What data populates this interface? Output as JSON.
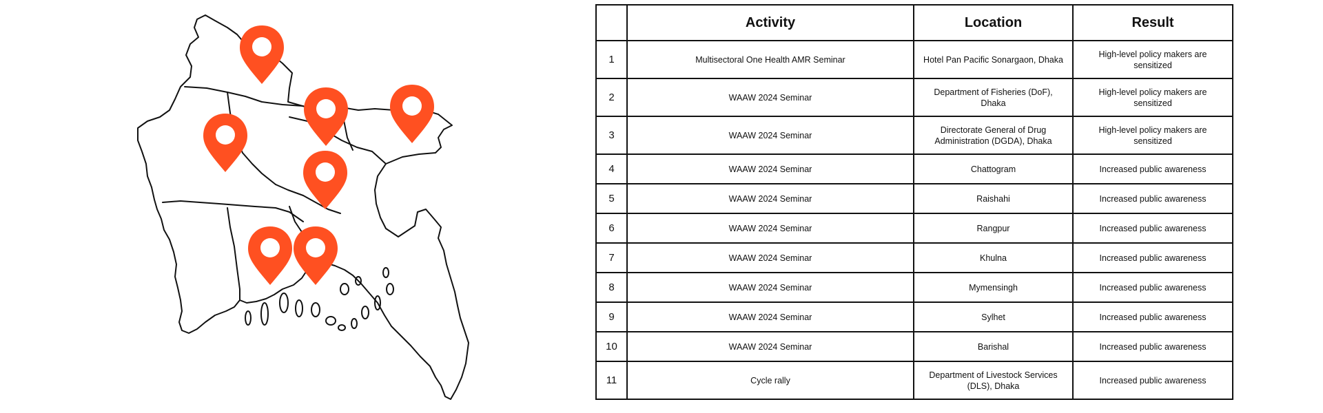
{
  "map": {
    "pin_color": "#FF5021",
    "outline_color": "#111111",
    "pin_icon": "map-marker-icon"
  },
  "table": {
    "headers": [
      "",
      "Activity",
      "Location",
      "Result"
    ],
    "rows": [
      {
        "num": "1",
        "activity": "Multisectoral One Health AMR Seminar",
        "location": "Hotel Pan Pacific Sonargaon, Dhaka",
        "result": "High-level policy makers are sensitized"
      },
      {
        "num": "2",
        "activity": "WAAW 2024 Seminar",
        "location": "Department of Fisheries (DoF), Dhaka",
        "result": "High-level policy makers are sensitized"
      },
      {
        "num": "3",
        "activity": "WAAW 2024 Seminar",
        "location": "Directorate General of Drug Administration (DGDA), Dhaka",
        "result": "High-level policy makers are sensitized"
      },
      {
        "num": "4",
        "activity": "WAAW 2024 Seminar",
        "location": "Chattogram",
        "result": "Increased public awareness"
      },
      {
        "num": "5",
        "activity": "WAAW 2024 Seminar",
        "location": "Raishahi",
        "result": "Increased public awareness"
      },
      {
        "num": "6",
        "activity": "WAAW 2024 Seminar",
        "location": "Rangpur",
        "result": "Increased public awareness"
      },
      {
        "num": "7",
        "activity": "WAAW 2024 Seminar",
        "location": "Khulna",
        "result": "Increased public awareness"
      },
      {
        "num": "8",
        "activity": "WAAW 2024 Seminar",
        "location": "Mymensingh",
        "result": "Increased public awareness"
      },
      {
        "num": "9",
        "activity": "WAAW 2024 Seminar",
        "location": "Sylhet",
        "result": "Increased public awareness"
      },
      {
        "num": "10",
        "activity": "WAAW 2024 Seminar",
        "location": "Barishal",
        "result": "Increased public awareness"
      },
      {
        "num": "11",
        "activity": "Cycle rally",
        "location": "Department of Livestock Services (DLS), Dhaka",
        "result": "Increased public awareness"
      }
    ]
  }
}
